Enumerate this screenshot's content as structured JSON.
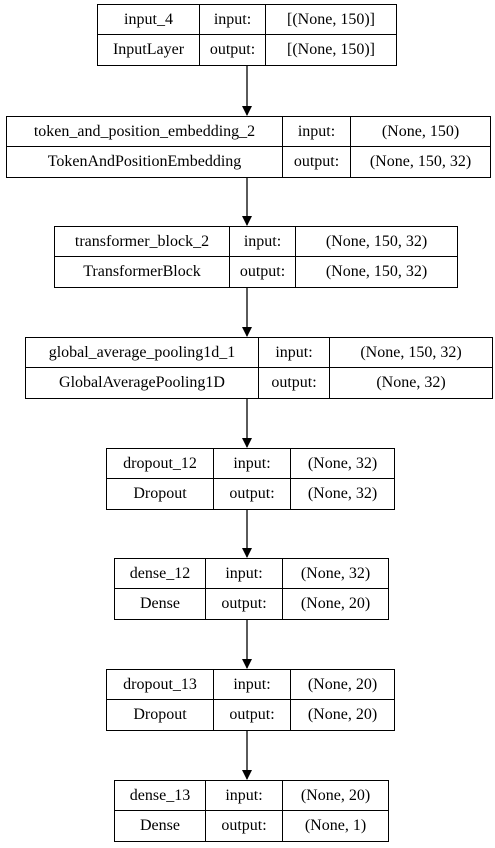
{
  "layers": [
    {
      "name": "input_4",
      "type": "InputLayer",
      "input_label": "input:",
      "output_label": "output:",
      "input_shape": "[(None, 150)]",
      "output_shape": "[(None, 150)]"
    },
    {
      "name": "token_and_position_embedding_2",
      "type": "TokenAndPositionEmbedding",
      "input_label": "input:",
      "output_label": "output:",
      "input_shape": "(None, 150)",
      "output_shape": "(None, 150, 32)"
    },
    {
      "name": "transformer_block_2",
      "type": "TransformerBlock",
      "input_label": "input:",
      "output_label": "output:",
      "input_shape": "(None, 150, 32)",
      "output_shape": "(None, 150, 32)"
    },
    {
      "name": "global_average_pooling1d_1",
      "type": "GlobalAveragePooling1D",
      "input_label": "input:",
      "output_label": "output:",
      "input_shape": "(None, 150, 32)",
      "output_shape": "(None, 32)"
    },
    {
      "name": "dropout_12",
      "type": "Dropout",
      "input_label": "input:",
      "output_label": "output:",
      "input_shape": "(None, 32)",
      "output_shape": "(None, 32)"
    },
    {
      "name": "dense_12",
      "type": "Dense",
      "input_label": "input:",
      "output_label": "output:",
      "input_shape": "(None, 32)",
      "output_shape": "(None, 20)"
    },
    {
      "name": "dropout_13",
      "type": "Dropout",
      "input_label": "input:",
      "output_label": "output:",
      "input_shape": "(None, 20)",
      "output_shape": "(None, 20)"
    },
    {
      "name": "dense_13",
      "type": "Dense",
      "input_label": "input:",
      "output_label": "output:",
      "input_shape": "(None, 20)",
      "output_shape": "(None, 1)"
    }
  ],
  "colors": {
    "stroke": "#000000",
    "background": "#ffffff"
  }
}
